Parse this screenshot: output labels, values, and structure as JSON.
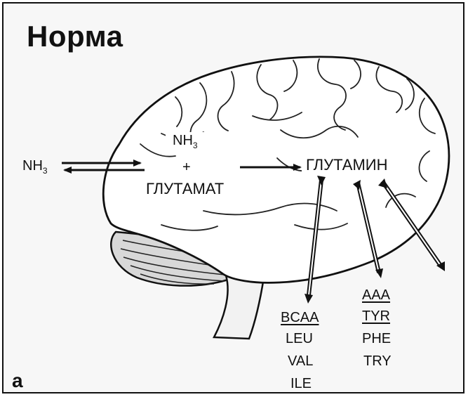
{
  "title": "Норма",
  "panel_letter": "а",
  "left_nh3": {
    "main": "NH",
    "sub": "3"
  },
  "center": {
    "nh3_main": "NH",
    "nh3_sub": "3",
    "plus": "+",
    "glutamate": "ГЛУТАМАТ"
  },
  "glutamine": "ГЛУТАМИН",
  "bcaa": {
    "header": "BCAA",
    "items": [
      "LEU",
      "VAL",
      "ILE"
    ]
  },
  "aaa": {
    "header": "AAA",
    "items": [
      "TYR",
      "PHE",
      "TRY"
    ]
  },
  "colors": {
    "ink": "#111111",
    "background": "#f7f7f7"
  }
}
